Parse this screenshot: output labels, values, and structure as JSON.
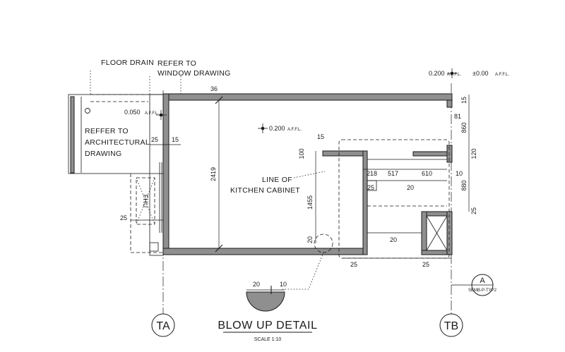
{
  "title": "BLOW UP DETAIL",
  "scale": "SCALE 1:10",
  "notes": {
    "floor_drain": "FLOOR DRAIN",
    "refer_window_1": "REFER TO",
    "refer_window_2": "WINDOW DRAWING",
    "refer_arch_1": "REFFER TO",
    "refer_arch_2": "ARCHITECTURAL",
    "refer_arch_3": "DRAWING",
    "kitchen_1": "LINE OF",
    "kitchen_2": "KITCHEN CABINET"
  },
  "levels": {
    "level_1": "0.050",
    "level_2": "0.200",
    "level_3": "0.200",
    "level_4": "±0.00",
    "affl": "A.F.F.L."
  },
  "dimensions": {
    "d36": "36",
    "d2419": "2419",
    "d25_a": "25",
    "d15_a": "15",
    "d25_b": "25",
    "d15_b": "15",
    "d100": "100",
    "d1455": "1455",
    "d20_a": "20",
    "d218": "218",
    "d517": "517",
    "d610": "610",
    "d10_a": "10",
    "d25_c": "25",
    "d20_b": "20",
    "d20_c": "20",
    "d25_d": "25",
    "d25_e": "25",
    "d15_c": "15",
    "d81": "81",
    "d860": "860",
    "d120": "120",
    "d880": "880",
    "d25_f": "25",
    "d20_d": "20",
    "d10_b": "10"
  },
  "grid_labels": {
    "left": "TA",
    "right": "TB"
  },
  "section_marker": {
    "letter": "A",
    "ref": "SEMB-P-TYP2"
  },
  "fhu_label": "FHU"
}
